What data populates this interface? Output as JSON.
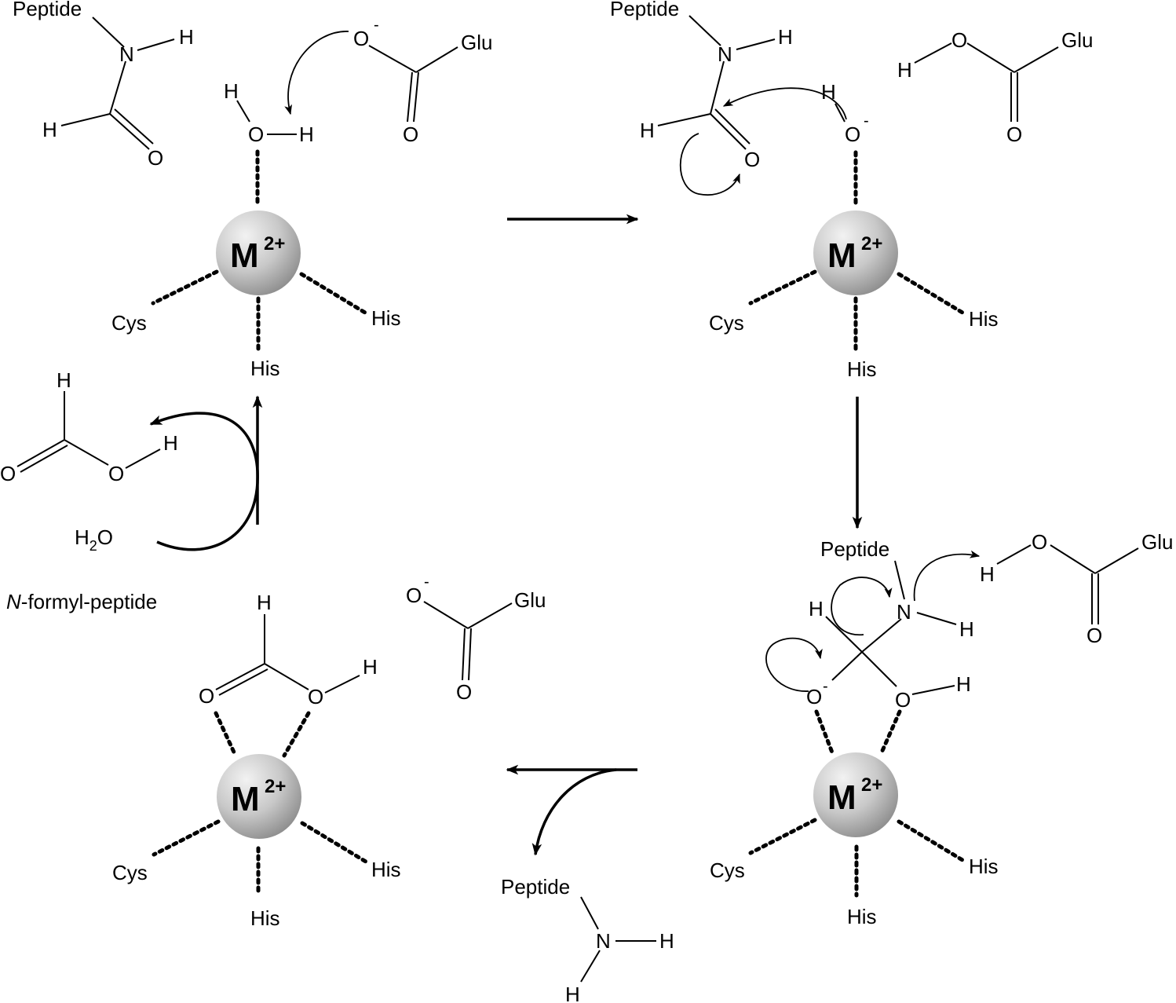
{
  "labels": {
    "peptide": "Peptide",
    "N": "N",
    "H": "H",
    "O": "O",
    "glu": "Glu",
    "cys": "Cys",
    "his": "His",
    "minus": "-",
    "metal": "M",
    "metal_charge": "2+",
    "water_H": "H",
    "water_2": "2",
    "water_O": "O",
    "n_italic": "N",
    "formyl_rest": "-formyl-peptide"
  },
  "colors": {
    "metal_highlight": "#f2f2f2",
    "metal_mid": "#c8c8c8",
    "metal_shadow": "#8e8e8e"
  }
}
